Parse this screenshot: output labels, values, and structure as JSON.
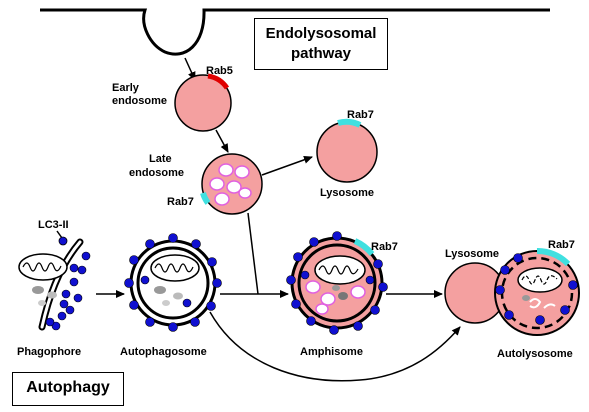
{
  "pathway_box": {
    "title_line1": "Endolysosomal",
    "title_line2": "pathway"
  },
  "autophagy_box": {
    "title": "Autophagy"
  },
  "labels": {
    "rab5": "Rab5",
    "early_endosome_1": "Early",
    "early_endosome_2": "endosome",
    "late_endosome_1": "Late",
    "late_endosome_2": "endosome",
    "rab7_late": "Rab7",
    "rab7_lysosome": "Rab7",
    "lysosome_top": "Lysosome",
    "lc3": "LC3-II",
    "phagophore": "Phagophore",
    "autophagosome": "Autophagosome",
    "amphisome": "Amphisome",
    "rab7_amphisome": "Rab7",
    "lysosome_bottom": "Lysosome",
    "rab7_autolysosome": "Rab7",
    "autolysosome": "Autolysosome"
  },
  "colors": {
    "vesicle_fill": "#F4A0A0",
    "rab5": "#E00000",
    "rab7": "#40E0E0",
    "lc3": "#1010D0",
    "lumen_vesicle": "#FFFFFF",
    "lumen_vesicle_border": "#E060E0"
  }
}
